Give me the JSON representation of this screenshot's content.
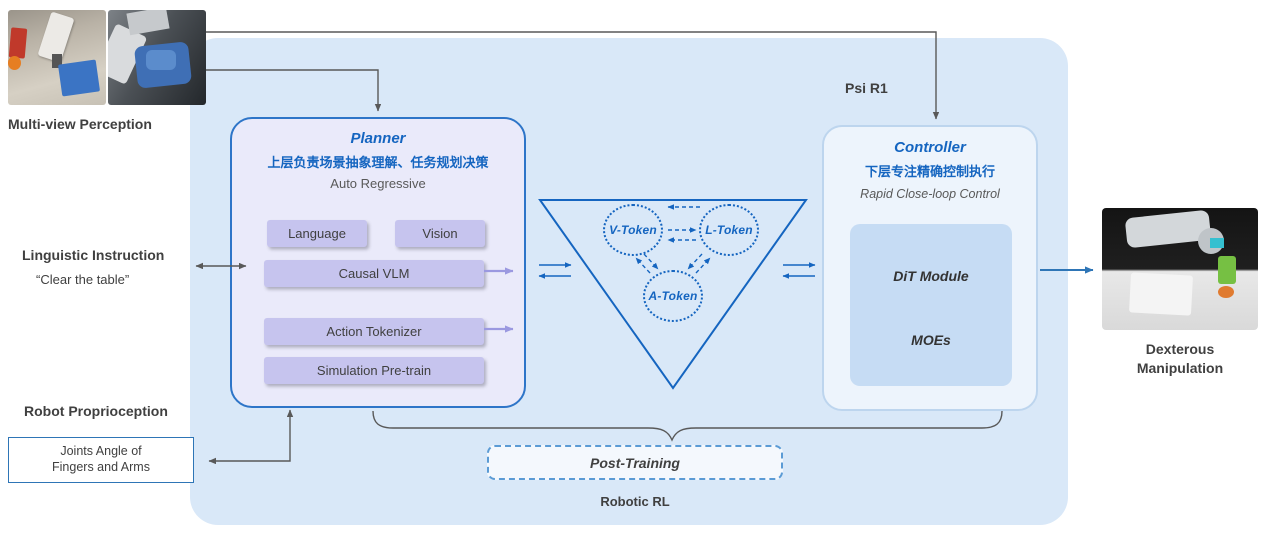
{
  "title": "Psi R1",
  "inputs": {
    "multi_view_label": "Multi-view Perception",
    "linguistic_label": "Linguistic Instruction",
    "linguistic_quote": "“Clear the table”",
    "proprioception_label": "Robot Proprioception",
    "joints_box_label": "Joints Angle of Fingers and Arms"
  },
  "planner": {
    "title": "Planner",
    "subtitle_cn": "上层负责场景抽象理解、任务规划决策",
    "mode_label": "Auto Regressive",
    "blocks": {
      "language": "Language",
      "vision": "Vision",
      "causal_vlm": "Causal VLM",
      "action_tokenizer": "Action Tokenizer",
      "simulation_pretrain": "Simulation Pre-train"
    }
  },
  "token_triangle": {
    "v_token": "V-Token",
    "l_token": "L-Token",
    "a_token": "A-Token"
  },
  "controller": {
    "title": "Controller",
    "subtitle_cn": "下层专注精确控制执行",
    "mode_label": "Rapid Close-loop Control",
    "modules": {
      "dit": "DiT Module",
      "moes": "MOEs"
    }
  },
  "training": {
    "post_training_label": "Post-Training",
    "robotic_rl_label": "Robotic RL"
  },
  "output": {
    "dexterous_label": "Dexterous Manipulation"
  },
  "colors": {
    "container_bg": "#d9e8f8",
    "planner_bg": "#eaeafa",
    "planner_border": "#2e75c8",
    "block_bg": "#c6c4ee",
    "controller_bg": "#edf4fc",
    "controller_border": "#bdd5ee",
    "inner_module_bg": "#c6dcf4",
    "accent_blue": "#1565c0",
    "arrow_gray": "#595959",
    "arrow_purple": "#9b99e0",
    "arrow_blue": "#2e75b6",
    "text_dark": "#404040"
  }
}
